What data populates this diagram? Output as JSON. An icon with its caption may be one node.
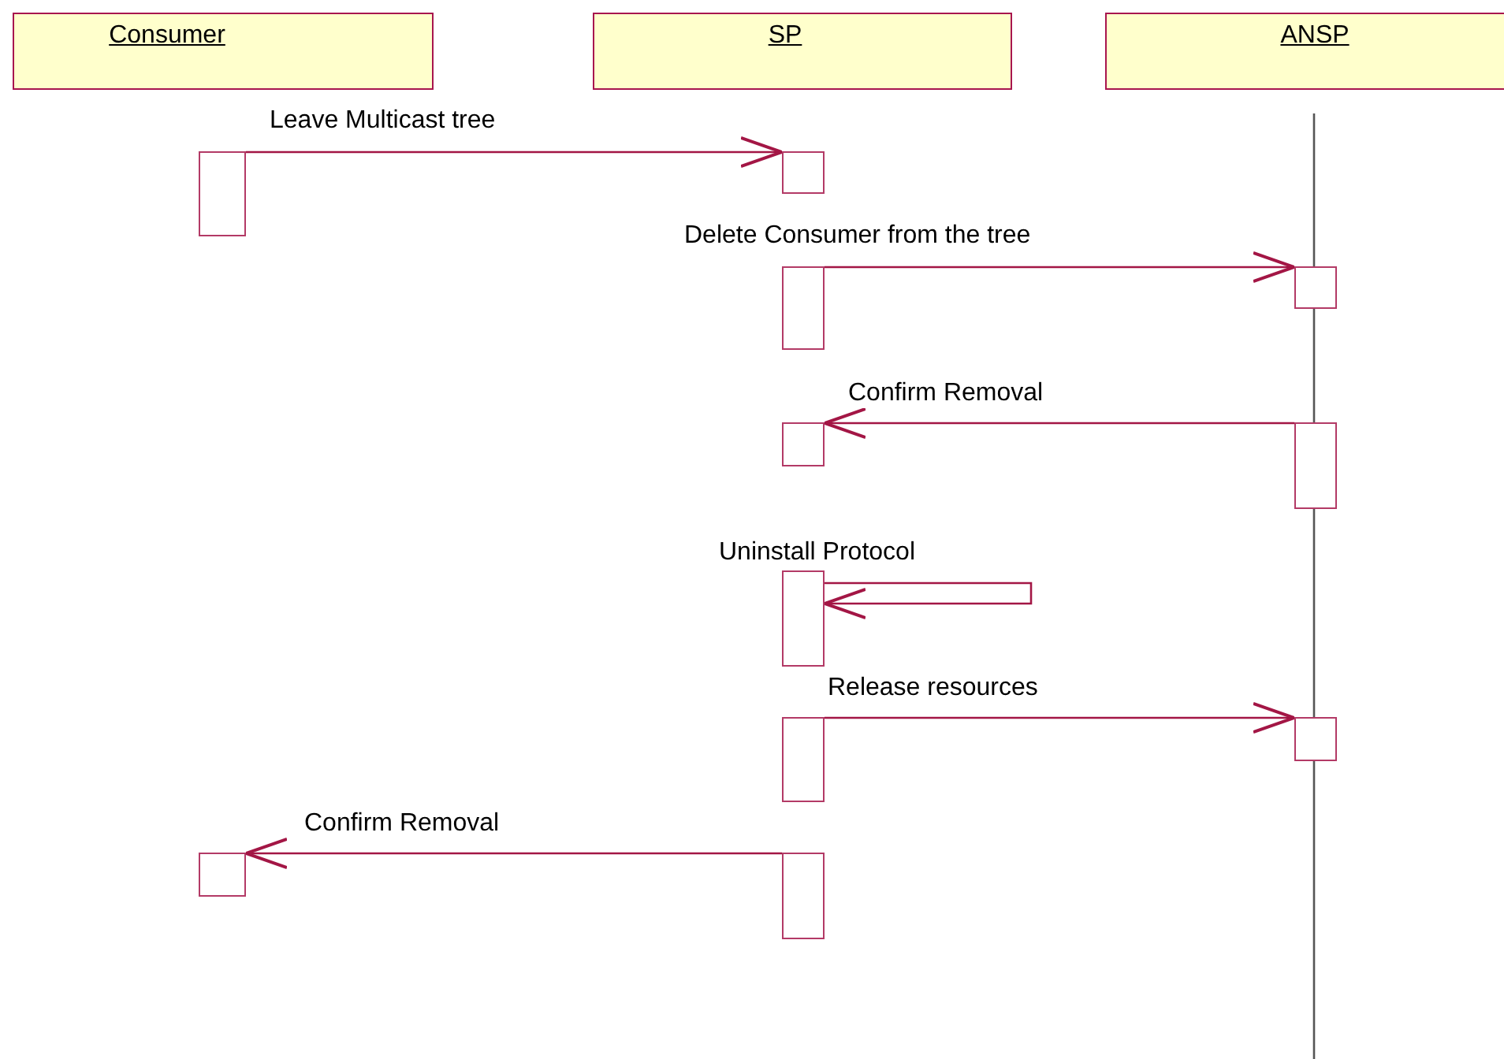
{
  "diagram": {
    "nodes": [
      {
        "text": [
          "Consumer"
        ]
      },
      {
        "text": [
          "SP"
        ]
      },
      {
        "text": [
          "ANSP"
        ]
      },
      {
        "text": [],
        "shape": "bar"
      },
      {
        "text": [],
        "shape": "bar"
      },
      {
        "text": [],
        "shape": "bar"
      },
      {
        "text": [],
        "shape": "bar"
      },
      {
        "text": [],
        "shape": "bar"
      },
      {
        "text": [],
        "shape": "bar"
      },
      {
        "text": [],
        "shape": "bar"
      },
      {
        "text": [],
        "shape": "bar"
      },
      {
        "text": [],
        "shape": "bar"
      },
      {
        "text": [],
        "shape": "bar"
      },
      {
        "text": [],
        "shape": "bar"
      }
    ],
    "edges": [
      {
        "from": 3,
        "to": 4,
        "arrow": "to",
        "label": "Leave Multicast tree"
      },
      {
        "from": 5,
        "to": 6,
        "arrow": "to",
        "label": "Delete Consumer from the tree"
      },
      {
        "from": 8,
        "to": 7,
        "arrow": "to",
        "label": "Confirm Removal"
      },
      {
        "from": 9,
        "to": 9,
        "arrow": "to",
        "label": "Uninstall Protocol"
      },
      {
        "from": 10,
        "to": 11,
        "arrow": "to",
        "label": "Release resources"
      },
      {
        "from": 13,
        "to": 12,
        "arrow": "to",
        "label": "Confirm Removal"
      }
    ]
  }
}
